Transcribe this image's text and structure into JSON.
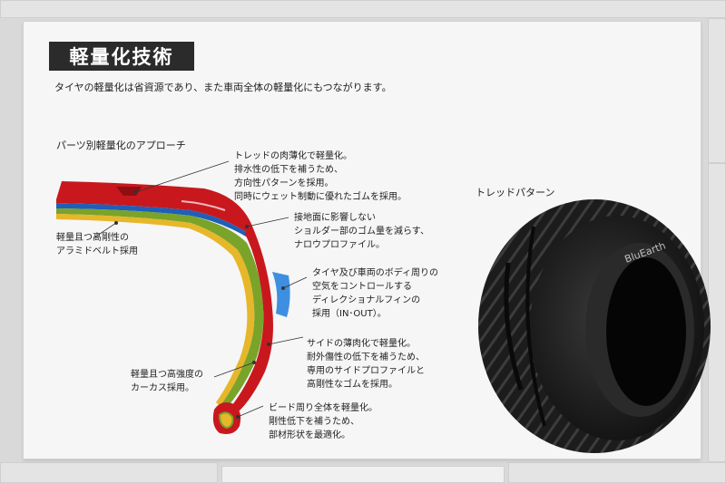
{
  "title": "軽量化技術",
  "subtitle": "タイヤの軽量化は省資源であり、また車両全体の軽量化にもつながります。",
  "parts_section_title": "パーツ別軽量化のアプローチ",
  "tread_pattern_title": "トレッドパターン",
  "callouts": {
    "tread": [
      "トレッドの肉薄化で軽量化。",
      "排水性の低下を補うため、",
      "方向性パターンを採用。",
      "同時にウェット制動に優れたゴムを採用。"
    ],
    "shoulder": [
      "接地面に影響しない",
      "ショルダー部のゴム量を減らす、",
      "ナロウプロファイル。"
    ],
    "fin": [
      "タイヤ及び車両のボディ周りの",
      "空気をコントロールする",
      "ディレクショナルフィンの",
      "採用（IN･OUT）。"
    ],
    "sidewall": [
      "サイドの薄肉化で軽量化。",
      "耐外傷性の低下を補うため、",
      "専用のサイドプロファイルと",
      "高剛性なゴムを採用。"
    ],
    "bead": [
      "ビード周り全体を軽量化。",
      "剛性低下を補うため、",
      "部材形状を最適化。"
    ],
    "belt": [
      "軽量且つ高剛性の",
      "アラミドベルト採用"
    ],
    "carcass": [
      "軽量且つ高強度の",
      "カーカス採用。"
    ]
  },
  "tire_logo_text": "BluEarth",
  "colors": {
    "tread_rubber": "#c8181e",
    "belt_blue": "#1f5fb8",
    "carcass_green": "#7aa32a",
    "carcass_yellow": "#e6b72a",
    "fin_blue": "#3f8fe0",
    "title_bg": "#2b2b2b"
  }
}
